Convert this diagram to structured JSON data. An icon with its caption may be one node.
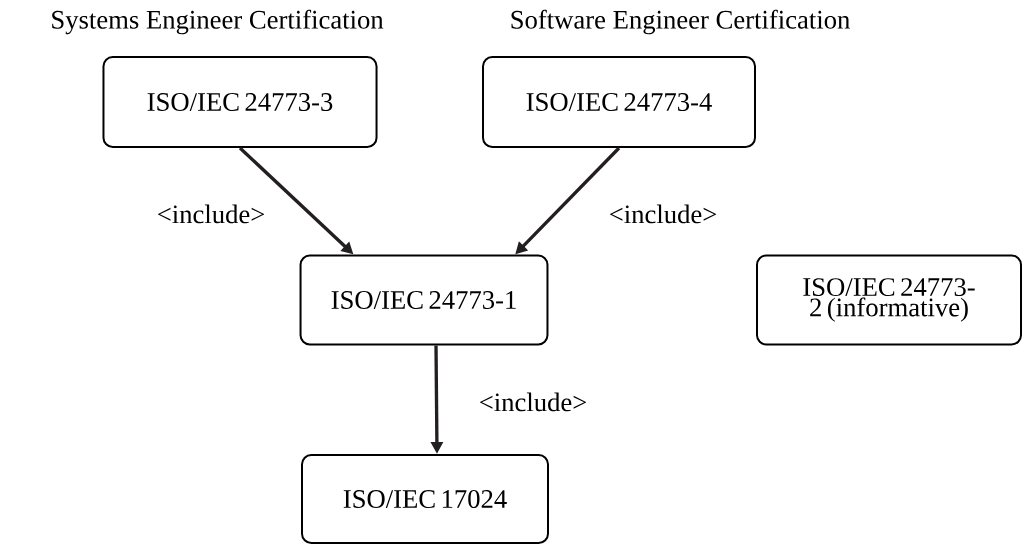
{
  "diagram": {
    "nodes": [
      {
        "text": [
          "Systems Engineer Certification",
          "ISO/IEC 24773-3"
        ]
      },
      {
        "text": [
          "Software Engineer Certification",
          "ISO/IEC 24773-4"
        ]
      },
      {
        "text": [
          "ISO/IEC 24773-1"
        ]
      },
      {
        "text": [
          "ISO/IEC 24773-2 (informative)"
        ]
      },
      {
        "text": [
          "ISO/IEC 17024"
        ]
      }
    ],
    "edges": [
      {
        "from": 0,
        "to": 2,
        "arrow": "to",
        "label": "<include>"
      },
      {
        "from": 1,
        "to": 2,
        "arrow": "to",
        "label": "<include>"
      },
      {
        "from": 2,
        "to": 4,
        "arrow": "to",
        "label": "<include>"
      }
    ]
  }
}
